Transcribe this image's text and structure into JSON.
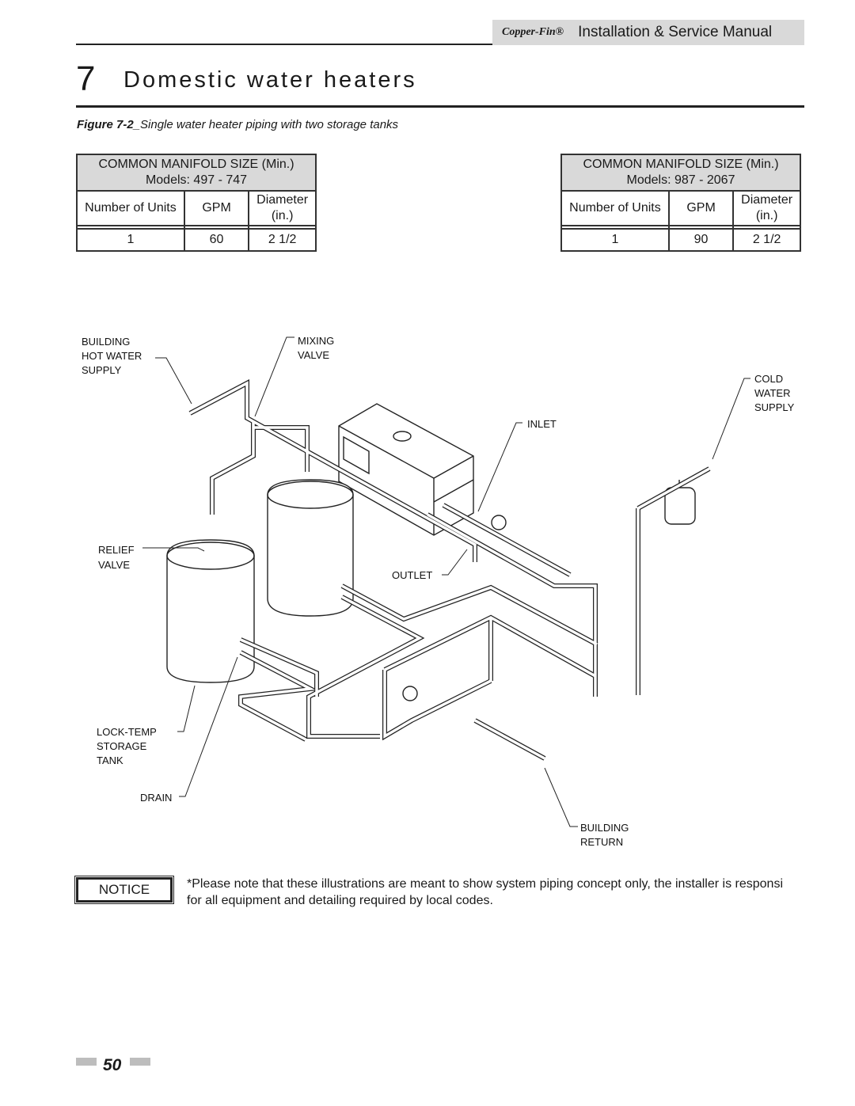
{
  "header": {
    "brand": "Copper-Fin®",
    "manual_title": "Installation & Service Manual"
  },
  "chapter": {
    "number": "7",
    "title": "Domestic water heaters"
  },
  "figure": {
    "label": "Figure 7-2",
    "caption": "_Single water heater piping with two storage tanks"
  },
  "tables": [
    {
      "title": "COMMON MANIFOLD SIZE (Min.)",
      "models": "Models:  497 - 747",
      "columns": [
        "Number of Units",
        "GPM",
        "Diameter",
        "(in.)"
      ],
      "row": [
        "1",
        "60",
        "2 1/2"
      ]
    },
    {
      "title": "COMMON MANIFOLD SIZE (Min.)",
      "models": "Models:  987 - 2067",
      "columns": [
        "Number of Units",
        "GPM",
        "Diameter",
        "(in.)"
      ],
      "row": [
        "1",
        "90",
        "2 1/2"
      ]
    }
  ],
  "diagram_labels": {
    "building_hot_water_supply": [
      "BUILDING",
      "HOT WATER",
      "SUPPLY"
    ],
    "mixing_valve": [
      "MIXING",
      "VALVE"
    ],
    "cold_water_supply": [
      "COLD",
      "WATER",
      "SUPPLY"
    ],
    "inlet": "INLET",
    "relief_valve": [
      "RELIEF",
      "VALVE"
    ],
    "outlet": "OUTLET",
    "lock_temp_storage_tank": [
      "LOCK-TEMP",
      "STORAGE",
      "TANK"
    ],
    "drain": "DRAIN",
    "building_return": [
      "BUILDING",
      "RETURN"
    ]
  },
  "notice": {
    "label": "NOTICE",
    "line1": "*Please note that these illustrations are meant to show system piping concept only, the installer is responsi",
    "line2": "for all equipment and detailing required by local codes."
  },
  "page_number": "50",
  "colors": {
    "header_box": "#d9d9d9",
    "table_head": "#d9d9d9",
    "rule": "#222222"
  }
}
